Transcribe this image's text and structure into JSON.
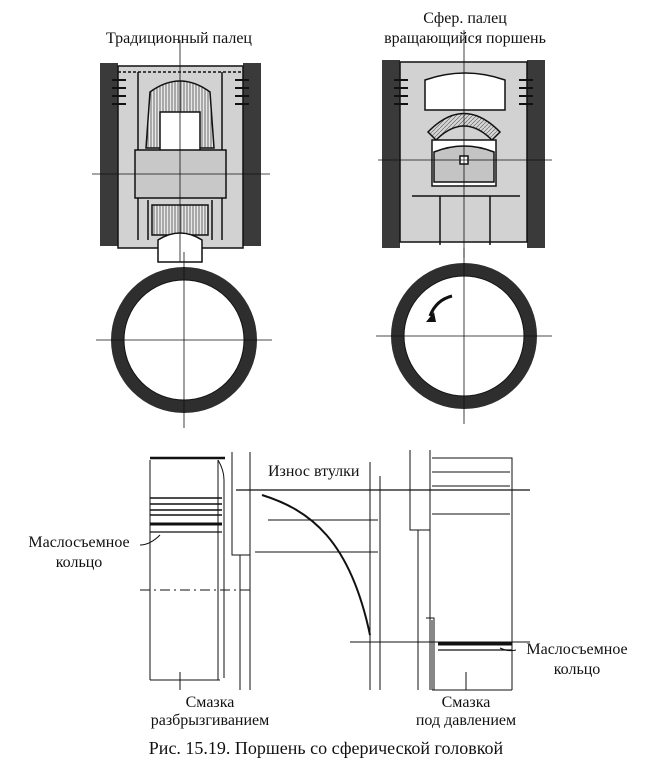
{
  "labels": {
    "traditional_pin": "Традиционный палец",
    "spherical_pin_line1": "Сфер. палец",
    "spherical_pin_line2": "вращающийся поршень",
    "liner_wear": "Износ втулки",
    "oil_ring_left_line1": "Маслосъемное",
    "oil_ring_left_line2": "кольцо",
    "oil_ring_right_line1": "Маслосъемное",
    "oil_ring_right_line2": "кольцо",
    "splash_line1": "Смазка",
    "splash_line2": "разбрызгиванием",
    "pressure_line1": "Смазка",
    "pressure_line2": "под давлением"
  },
  "caption": "Рис. 15.19. Поршень со сферической головкой",
  "colors": {
    "ink": "#111111",
    "shade": "#cfcfcf",
    "dark": "#2a2a2a"
  }
}
